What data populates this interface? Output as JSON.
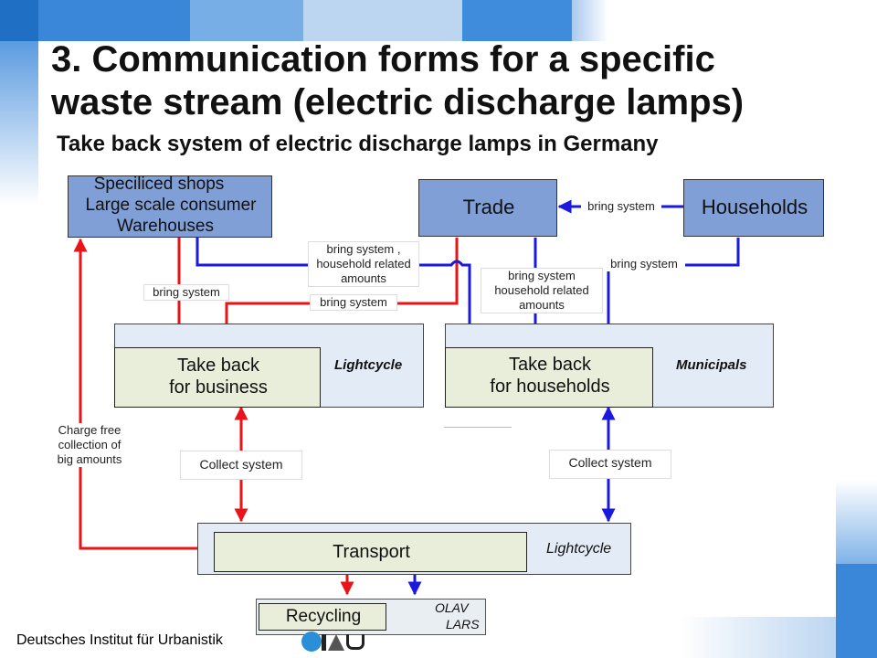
{
  "title_line1": "3. Communication forms for a specific",
  "title_line2": "waste stream (electric discharge lamps)",
  "subtitle": "Take back system of electric discharge lamps in Germany",
  "boxes": {
    "shops_line1": "Speciliced shops",
    "shops_line2": "Large scale consumer",
    "shops_line3": "Warehouses",
    "trade": "Trade",
    "households": "Households",
    "tb_business_line1": "Take back",
    "tb_business_line2": "for business",
    "tb_households_line1": "Take back",
    "tb_households_line2": "for households",
    "transport": "Transport",
    "recycling": "Recycling"
  },
  "org_labels": {
    "lightcycle_1": "Lightcycle",
    "municipals": "Municipals",
    "lightcycle_2": "Lightcycle",
    "olav": "OLAV",
    "lars": "LARS"
  },
  "edge_labels": {
    "bring_system_trade": "bring system",
    "bring_related_1_line1": "bring system ,",
    "bring_related_1_line2": "household related",
    "bring_related_1_line3": "amounts",
    "bring_system_left": "bring system",
    "bring_system_mid": "bring system",
    "bring_related_2_line1": "bring system",
    "bring_related_2_line2": "household related",
    "bring_related_2_line3": "amounts",
    "bring_system_right": "bring system",
    "charge_free_line1": "Charge free",
    "charge_free_line2": "collection of",
    "charge_free_line3": "big amounts",
    "collect_left": "Collect system",
    "collect_right": "Collect system"
  },
  "footer": "Deutsches Institut für Urbanistik",
  "colors": {
    "red_arrow": "#e8141a",
    "blue_arrow": "#1a1adf",
    "box_blue": "#7f9fd6",
    "pale_box": "#e3ebf7",
    "inner_box": "#e9eedb"
  }
}
